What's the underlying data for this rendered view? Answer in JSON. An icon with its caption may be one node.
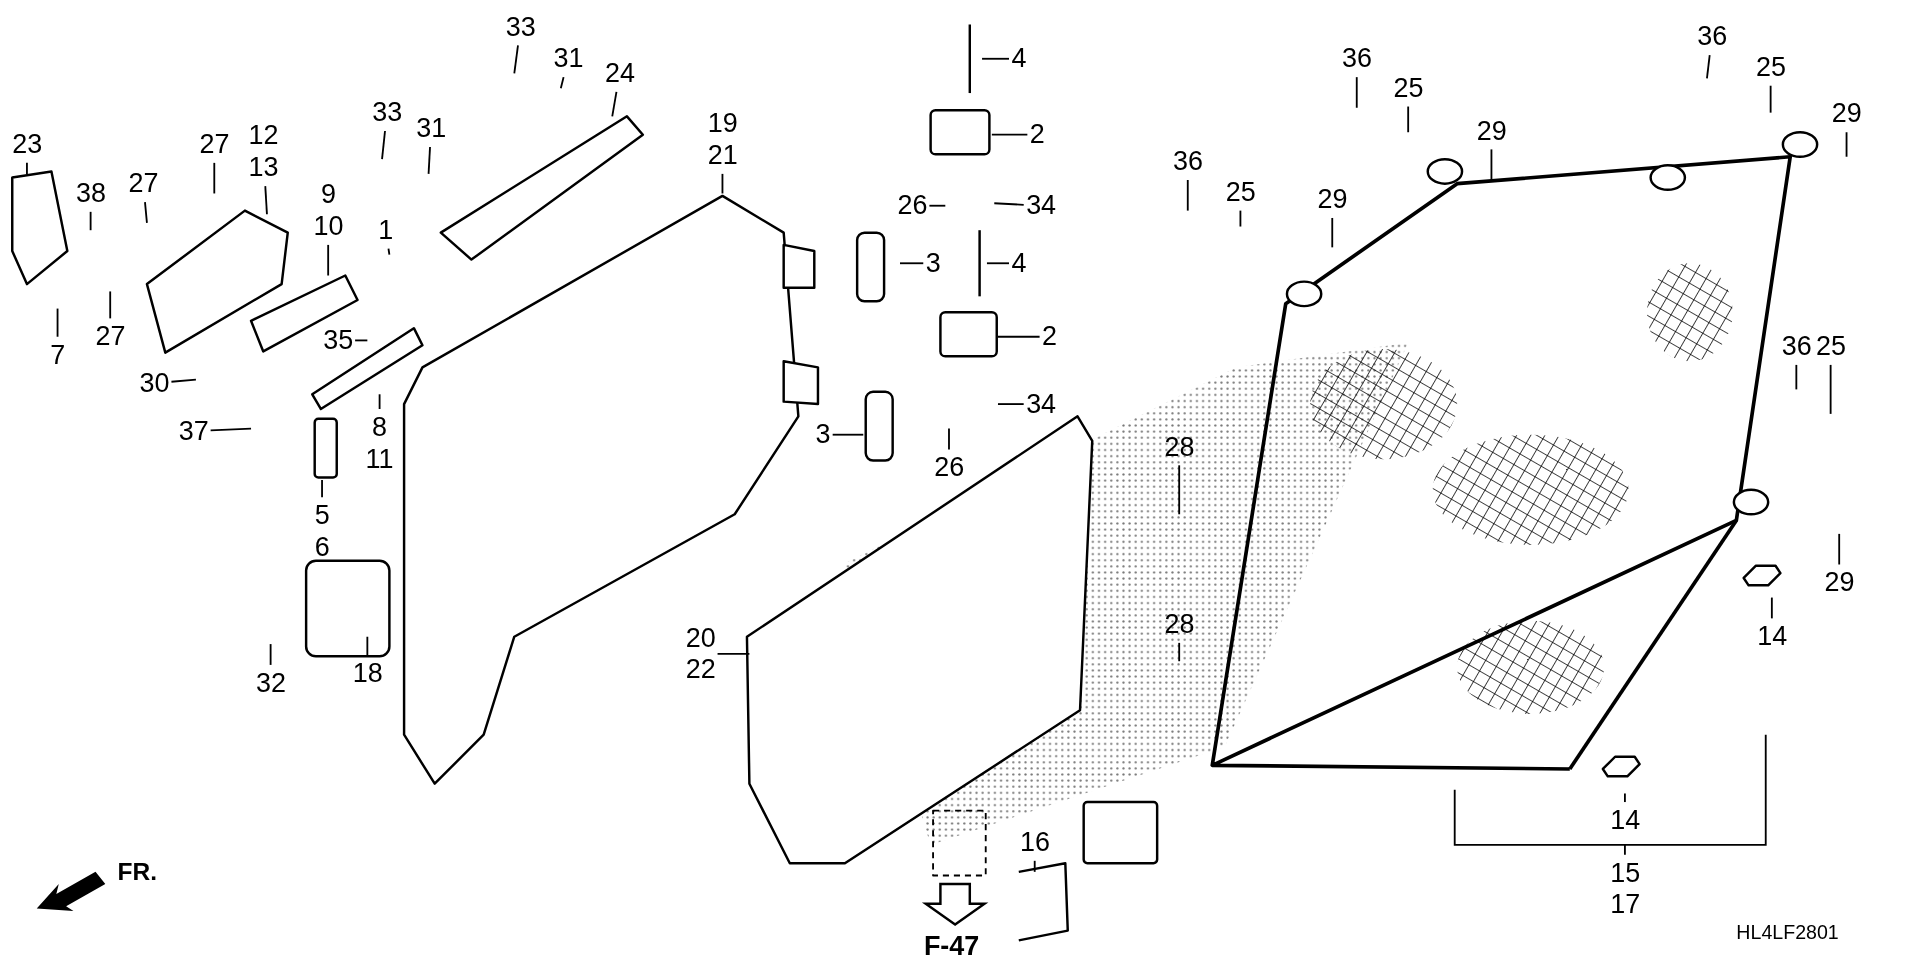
{
  "diagram": {
    "nodes": [
      {
        "text": [
          "33"
        ]
      },
      {
        "text": [
          "31"
        ]
      },
      {
        "text": [
          "24"
        ]
      },
      {
        "text": [
          "19",
          "21"
        ]
      },
      {
        "text": [
          "4"
        ]
      },
      {
        "text": [
          "33"
        ]
      },
      {
        "text": [
          "31"
        ]
      },
      {
        "text": [
          "2"
        ]
      },
      {
        "text": [
          "23"
        ]
      },
      {
        "text": [
          "27"
        ]
      },
      {
        "text": [
          "12",
          "13"
        ]
      },
      {
        "text": [
          "38"
        ]
      },
      {
        "text": [
          "27"
        ]
      },
      {
        "text": [
          "9",
          "10"
        ]
      },
      {
        "text": [
          "26"
        ]
      },
      {
        "text": [
          "34"
        ]
      },
      {
        "text": [
          "1"
        ]
      },
      {
        "text": [
          "3"
        ]
      },
      {
        "text": [
          "4"
        ]
      },
      {
        "text": [
          "36"
        ]
      },
      {
        "text": [
          "25"
        ]
      },
      {
        "text": [
          "29"
        ]
      },
      {
        "text": [
          "36"
        ]
      },
      {
        "text": [
          "25"
        ]
      },
      {
        "text": [
          "29"
        ]
      },
      {
        "text": [
          "36"
        ]
      },
      {
        "text": [
          "25"
        ]
      },
      {
        "text": [
          "29"
        ]
      },
      {
        "text": [
          "27"
        ]
      },
      {
        "text": [
          "7"
        ]
      },
      {
        "text": [
          "2"
        ]
      },
      {
        "text": [
          "35"
        ]
      },
      {
        "text": [
          "30"
        ]
      },
      {
        "text": [
          "8",
          "11"
        ]
      },
      {
        "text": [
          "37"
        ]
      },
      {
        "text": [
          "3"
        ]
      },
      {
        "text": [
          "34"
        ]
      },
      {
        "text": [
          "26"
        ]
      },
      {
        "text": [
          "28"
        ]
      },
      {
        "text": [
          "36"
        ]
      },
      {
        "text": [
          "25"
        ]
      },
      {
        "text": [
          "5",
          "6"
        ]
      },
      {
        "text": [
          "29"
        ]
      },
      {
        "text": [
          "28"
        ]
      },
      {
        "text": [
          "20",
          "22"
        ]
      },
      {
        "text": [
          "14"
        ]
      },
      {
        "text": [
          "18"
        ]
      },
      {
        "text": [
          "32"
        ]
      },
      {
        "text": [
          "16"
        ]
      },
      {
        "text": [
          "14"
        ]
      },
      {
        "text": [
          "15",
          "17"
        ]
      }
    ],
    "edges": [
      {
        "from": 0,
        "to": null,
        "arrow": "none"
      },
      {
        "from": 1,
        "to": null,
        "arrow": "none"
      },
      {
        "from": 2,
        "to": null,
        "arrow": "none"
      },
      {
        "from": 3,
        "to": null,
        "arrow": "none"
      },
      {
        "from": 4,
        "to": null,
        "arrow": "none"
      },
      {
        "from": 5,
        "to": null,
        "arrow": "none"
      },
      {
        "from": 6,
        "to": null,
        "arrow": "none"
      },
      {
        "from": 7,
        "to": null,
        "arrow": "none"
      },
      {
        "from": 8,
        "to": null,
        "arrow": "none"
      },
      {
        "from": 9,
        "to": null,
        "arrow": "none"
      },
      {
        "from": 10,
        "to": null,
        "arrow": "none"
      },
      {
        "from": 11,
        "to": null,
        "arrow": "none"
      },
      {
        "from": 12,
        "to": null,
        "arrow": "none"
      },
      {
        "from": 13,
        "to": null,
        "arrow": "none"
      },
      {
        "from": 14,
        "to": null,
        "arrow": "none"
      },
      {
        "from": 15,
        "to": null,
        "arrow": "none"
      },
      {
        "from": 16,
        "to": null,
        "arrow": "none"
      },
      {
        "from": 17,
        "to": null,
        "arrow": "none"
      },
      {
        "from": 18,
        "to": null,
        "arrow": "none"
      },
      {
        "from": 19,
        "to": null,
        "arrow": "none"
      },
      {
        "from": 20,
        "to": null,
        "arrow": "none"
      },
      {
        "from": 21,
        "to": null,
        "arrow": "none"
      },
      {
        "from": 22,
        "to": null,
        "arrow": "none"
      },
      {
        "from": 23,
        "to": null,
        "arrow": "none"
      },
      {
        "from": 24,
        "to": null,
        "arrow": "none"
      },
      {
        "from": 25,
        "to": null,
        "arrow": "none"
      },
      {
        "from": 26,
        "to": null,
        "arrow": "none"
      },
      {
        "from": 27,
        "to": null,
        "arrow": "none"
      },
      {
        "from": 28,
        "to": null,
        "arrow": "none"
      },
      {
        "from": 29,
        "to": null,
        "arrow": "none"
      },
      {
        "from": 30,
        "to": null,
        "arrow": "none"
      },
      {
        "from": 31,
        "to": null,
        "arrow": "none"
      },
      {
        "from": 32,
        "to": null,
        "arrow": "none"
      },
      {
        "from": 33,
        "to": null,
        "arrow": "none"
      },
      {
        "from": 34,
        "to": null,
        "arrow": "none"
      },
      {
        "from": 35,
        "to": null,
        "arrow": "none"
      },
      {
        "from": 36,
        "to": null,
        "arrow": "none"
      },
      {
        "from": 37,
        "to": null,
        "arrow": "none"
      },
      {
        "from": 38,
        "to": null,
        "arrow": "none"
      },
      {
        "from": 39,
        "to": null,
        "arrow": "none"
      },
      {
        "from": 40,
        "to": null,
        "arrow": "none"
      },
      {
        "from": 41,
        "to": null,
        "arrow": "none"
      },
      {
        "from": 42,
        "to": null,
        "arrow": "none"
      },
      {
        "from": 43,
        "to": null,
        "arrow": "none"
      },
      {
        "from": 44,
        "to": null,
        "arrow": "none"
      },
      {
        "from": 45,
        "to": null,
        "arrow": "none"
      },
      {
        "from": 46,
        "to": null,
        "arrow": "none"
      },
      {
        "from": 47,
        "to": null,
        "arrow": "none"
      },
      {
        "from": 48,
        "to": null,
        "arrow": "none"
      },
      {
        "from": 49,
        "to": null,
        "arrow": "none"
      },
      {
        "from": 50,
        "to": null,
        "arrow": "none"
      }
    ],
    "labels": [
      "FR.",
      "F-47",
      "HL4LF2801"
    ]
  }
}
